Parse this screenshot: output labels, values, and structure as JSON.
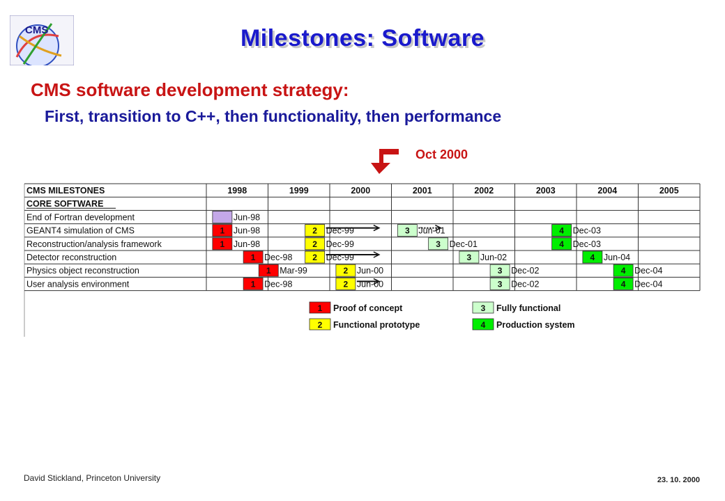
{
  "logo": {
    "label": "CMS"
  },
  "title": "Milestones:  Software",
  "subtitle": "CMS software development strategy:",
  "strategy": "First, transition to C++,  then functionality,  then performance",
  "marker_label": "Oct 2000",
  "table": {
    "header_label": "CMS MILESTONES",
    "section_label": "CORE SOFTWARE",
    "years": [
      "1998",
      "1999",
      "2000",
      "2001",
      "2002",
      "2003",
      "2004",
      "2005"
    ],
    "rows": [
      {
        "label": "End of Fortran development",
        "milestones": [
          {
            "level": 0,
            "date": "Jun-98"
          }
        ]
      },
      {
        "label": "GEANT4 simulation of CMS",
        "milestones": [
          {
            "level": 1,
            "date": "Jun-98"
          },
          {
            "level": 2,
            "date": "Dec-99"
          },
          {
            "level": 3,
            "date": "Jun-01"
          },
          {
            "level": 4,
            "date": "Dec-03"
          }
        ]
      },
      {
        "label": "Reconstruction/analysis framework",
        "milestones": [
          {
            "level": 1,
            "date": "Jun-98"
          },
          {
            "level": 2,
            "date": "Dec-99"
          },
          {
            "level": 3,
            "date": "Dec-01"
          },
          {
            "level": 4,
            "date": "Dec-03"
          }
        ]
      },
      {
        "label": "Detector reconstruction",
        "milestones": [
          {
            "level": 1,
            "date": "Dec-98"
          },
          {
            "level": 2,
            "date": "Dec-99"
          },
          {
            "level": 3,
            "date": "Jun-02"
          },
          {
            "level": 4,
            "date": "Jun-04"
          }
        ]
      },
      {
        "label": "Physics object reconstruction",
        "milestones": [
          {
            "level": 1,
            "date": "Mar-99"
          },
          {
            "level": 2,
            "date": "Jun-00"
          },
          {
            "level": 3,
            "date": "Dec-02"
          },
          {
            "level": 4,
            "date": "Dec-04"
          }
        ]
      },
      {
        "label": "User analysis environment",
        "milestones": [
          {
            "level": 1,
            "date": "Dec-98"
          },
          {
            "level": 2,
            "date": "Jun-00"
          },
          {
            "level": 3,
            "date": "Dec-02"
          },
          {
            "level": 4,
            "date": "Dec-04"
          }
        ]
      }
    ],
    "legend": [
      {
        "level": 1,
        "label": "Proof of concept"
      },
      {
        "level": 2,
        "label": "Functional prototype"
      },
      {
        "level": 3,
        "label": "Fully functional"
      },
      {
        "level": 4,
        "label": "Production system"
      }
    ]
  },
  "colors": {
    "level0": "#c4a8e8",
    "level1": "#ff0000",
    "level2": "#ffff00",
    "level3": "#ccffcc",
    "level4": "#00ee00",
    "title": "#1a1acc",
    "accent": "#c81414"
  },
  "footer": {
    "author": "David Stickland,  Princeton University",
    "date": "23. 10. 2000"
  }
}
